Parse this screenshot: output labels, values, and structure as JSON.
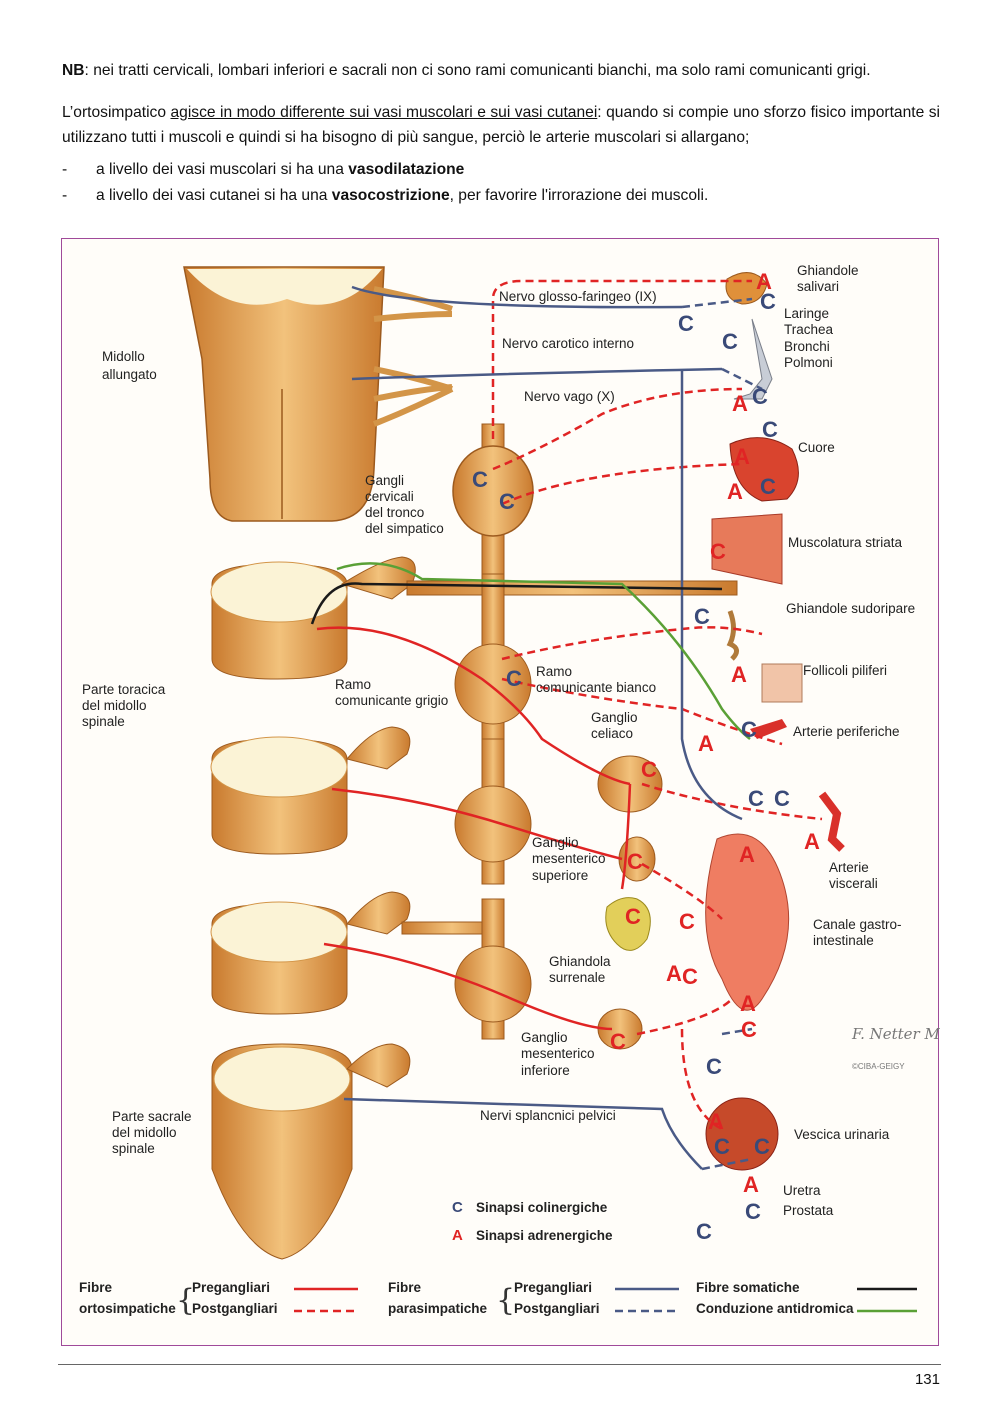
{
  "text": {
    "nb_label": "NB",
    "nb_rest": ": nei tratti cervicali, lombari inferiori e sacrali non ci sono rami comunicanti bianchi, ma solo rami comunicanti grigi.",
    "p2_start": "L’ortosimpatico ",
    "p2_underline": "agisce in modo differente sui vasi muscolari e sui vasi cutanei",
    "p2_end": ": quando si compie uno sforzo fisico importante si utilizzano tutti i muscoli e quindi si ha bisogno di più sangue, perciò le arterie muscolari si allargano;",
    "bullets": [
      {
        "dash": "-",
        "pre": "a livello dei vasi muscolari si ha una ",
        "bold": "vasodilatazione",
        "post": ""
      },
      {
        "dash": "-",
        "pre": "a livello dei vasi cutanei si ha una ",
        "bold": "vasocostrizione",
        "post": ", per favorire l'irrorazione dei muscoli."
      }
    ]
  },
  "figure": {
    "labels": {
      "midollo_allungato": [
        "Midollo",
        "allungato"
      ],
      "nervo_glosso": "Nervo glosso-faringeo (IX)",
      "nervo_carotico": "Nervo carotico interno",
      "nervo_vago": "Nervo vago (X)",
      "ghiandole_salivari": [
        "Ghiandole",
        "salivari"
      ],
      "laringe": [
        "Laringe",
        "Trachea",
        "Bronchi",
        "Polmoni"
      ],
      "cuore": "Cuore",
      "gangli_cervicali": [
        "Gangli",
        "cervicali",
        "del tronco",
        "del simpatico"
      ],
      "muscolatura": "Muscolatura striata",
      "ghiandole_sudoripare": "Ghiandole sudoripare",
      "follicoli": "Follicoli piliferi",
      "arterie_periferiche": "Arterie periferiche",
      "parte_toracica": [
        "Parte toracica",
        "del midollo",
        "spinale"
      ],
      "ramo_grigio": [
        "Ramo",
        "comunicante grigio"
      ],
      "ramo_bianco": [
        "Ramo",
        "comunicante bianco"
      ],
      "ganglio_celiaco": [
        "Ganglio",
        "celiaco"
      ],
      "ganglio_mes_sup": [
        "Ganglio",
        "mesenterico",
        "superiore"
      ],
      "arterie_viscerali": [
        "Arterie",
        "viscerali"
      ],
      "canale_gastro": [
        "Canale gastro-",
        "intestinale"
      ],
      "ghiandola_surrenale": [
        "Ghiandola",
        "surrenale"
      ],
      "ganglio_mes_inf": [
        "Ganglio",
        "mesenterico",
        "inferiore"
      ],
      "parte_sacrale": [
        "Parte sacrale",
        "del midollo",
        "spinale"
      ],
      "nervi_splancnici": "Nervi splancnici pelvici",
      "vescica": "Vescica urinaria",
      "uretra": [
        "Uretra",
        "Prostata"
      ],
      "signature": "F. Netter M.D.",
      "ciba": "©CIBA-GEIGY"
    },
    "marks": {
      "c": "C",
      "a": "A"
    },
    "key": {
      "c_label": "Sinapsi colinergiche",
      "a_label": "Sinapsi adrenergiche"
    },
    "legend": {
      "orto_1": "Fibre",
      "orto_2": "ortosimpatiche",
      "para_1": "Fibre",
      "para_2": "parasimpatiche",
      "pregangliari": "Pregangliari",
      "postgangliari": "Postgangliari",
      "somatiche": "Fibre somatiche",
      "antidromica": "Conduzione antidromica"
    },
    "colors": {
      "ortho": "#e02424",
      "para": "#4a5a86",
      "somatic": "#1a1a1a",
      "antidromic": "#5aa036",
      "tissue": "#e3a357",
      "border": "#a04a9a"
    }
  },
  "page_number": "131"
}
